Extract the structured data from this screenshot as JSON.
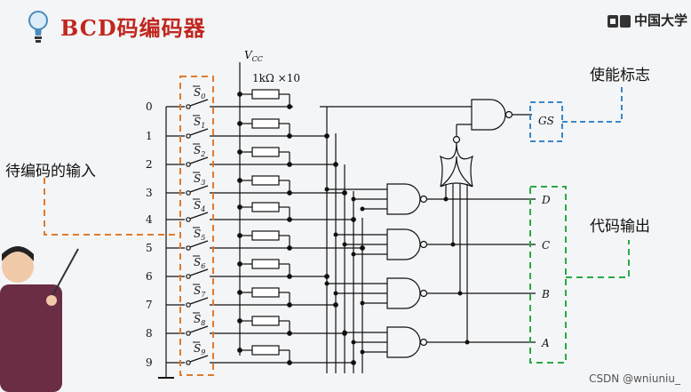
{
  "slide": {
    "title": "BCD码编码器"
  },
  "brand": {
    "name": "中国大学"
  },
  "annotations": {
    "enable_flag": "使能标志",
    "pending_input": "待编码的输入",
    "code_output": "代码输出"
  },
  "circuit": {
    "vcc": "V",
    "vcc_sub": "CC",
    "resistor_label": "1kΩ ×10",
    "inputs": [
      "0",
      "1",
      "2",
      "3",
      "4",
      "5",
      "6",
      "7",
      "8",
      "9"
    ],
    "switches": [
      "S",
      "S",
      "S",
      "S",
      "S",
      "S",
      "S",
      "S",
      "S",
      "S"
    ],
    "switch_subs": [
      "0",
      "1",
      "2",
      "3",
      "4",
      "5",
      "6",
      "7",
      "8",
      "9"
    ],
    "gs": "GS",
    "outputs": [
      "D",
      "C",
      "B",
      "A"
    ]
  },
  "watermark": "CSDN @wniuniu_",
  "colors": {
    "title": "#c0271f",
    "input_box": "#e07b2c",
    "gs_box": "#3a86c8",
    "output_box": "#2aa845"
  }
}
